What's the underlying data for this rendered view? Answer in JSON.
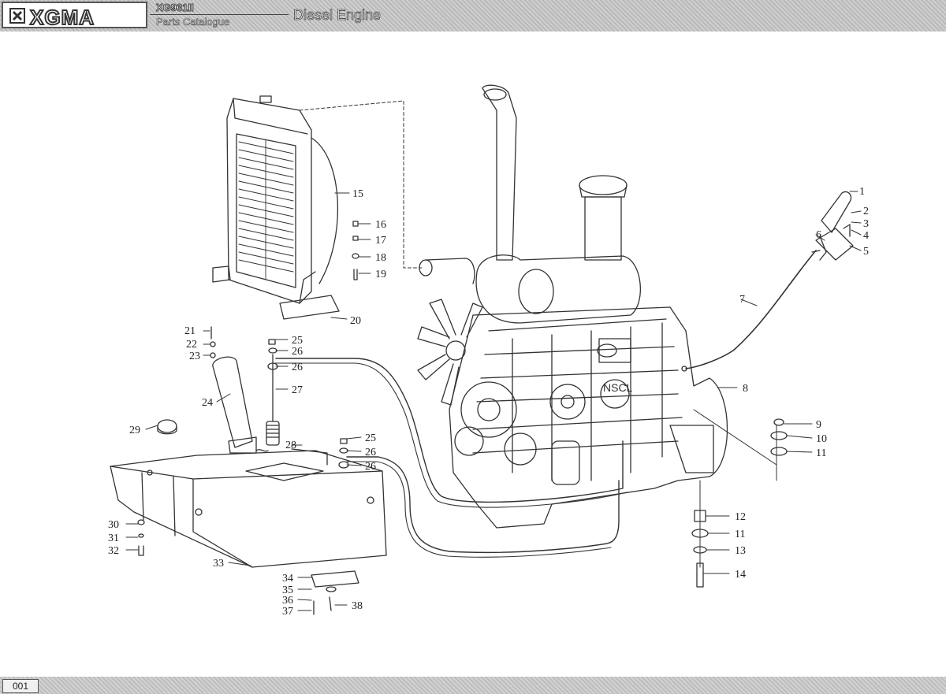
{
  "header": {
    "brand": "XGMA",
    "model": "XG931II",
    "catalogue": "Parts Catalogue",
    "section": "Diesel Engine"
  },
  "footer": {
    "page": "001"
  },
  "callouts": [
    {
      "id": "c1",
      "label": "1"
    },
    {
      "id": "c2",
      "label": "2"
    },
    {
      "id": "c3",
      "label": "3"
    },
    {
      "id": "c4",
      "label": "4"
    },
    {
      "id": "c5",
      "label": "5"
    },
    {
      "id": "c6",
      "label": "6"
    },
    {
      "id": "c7",
      "label": "7"
    },
    {
      "id": "c8",
      "label": "8"
    },
    {
      "id": "c9",
      "label": "9"
    },
    {
      "id": "c10",
      "label": "10"
    },
    {
      "id": "c11a",
      "label": "11"
    },
    {
      "id": "c12",
      "label": "12"
    },
    {
      "id": "c11b",
      "label": "11"
    },
    {
      "id": "c13",
      "label": "13"
    },
    {
      "id": "c14",
      "label": "14"
    },
    {
      "id": "c15",
      "label": "15"
    },
    {
      "id": "c16",
      "label": "16"
    },
    {
      "id": "c17",
      "label": "17"
    },
    {
      "id": "c18",
      "label": "18"
    },
    {
      "id": "c19",
      "label": "19"
    },
    {
      "id": "c20",
      "label": "20"
    },
    {
      "id": "c21",
      "label": "21"
    },
    {
      "id": "c22",
      "label": "22"
    },
    {
      "id": "c23",
      "label": "23"
    },
    {
      "id": "c24",
      "label": "24"
    },
    {
      "id": "c25a",
      "label": "25"
    },
    {
      "id": "c26a",
      "label": "26"
    },
    {
      "id": "c26b",
      "label": "26"
    },
    {
      "id": "c27",
      "label": "27"
    },
    {
      "id": "c28",
      "label": "28"
    },
    {
      "id": "c29",
      "label": "29"
    },
    {
      "id": "c25b",
      "label": "25"
    },
    {
      "id": "c26c",
      "label": "26"
    },
    {
      "id": "c26d",
      "label": "26"
    },
    {
      "id": "c30",
      "label": "30"
    },
    {
      "id": "c31",
      "label": "31"
    },
    {
      "id": "c32",
      "label": "32"
    },
    {
      "id": "c33",
      "label": "33"
    },
    {
      "id": "c34",
      "label": "34"
    },
    {
      "id": "c35",
      "label": "35"
    },
    {
      "id": "c36",
      "label": "36"
    },
    {
      "id": "c37",
      "label": "37"
    },
    {
      "id": "c38",
      "label": "38"
    }
  ]
}
